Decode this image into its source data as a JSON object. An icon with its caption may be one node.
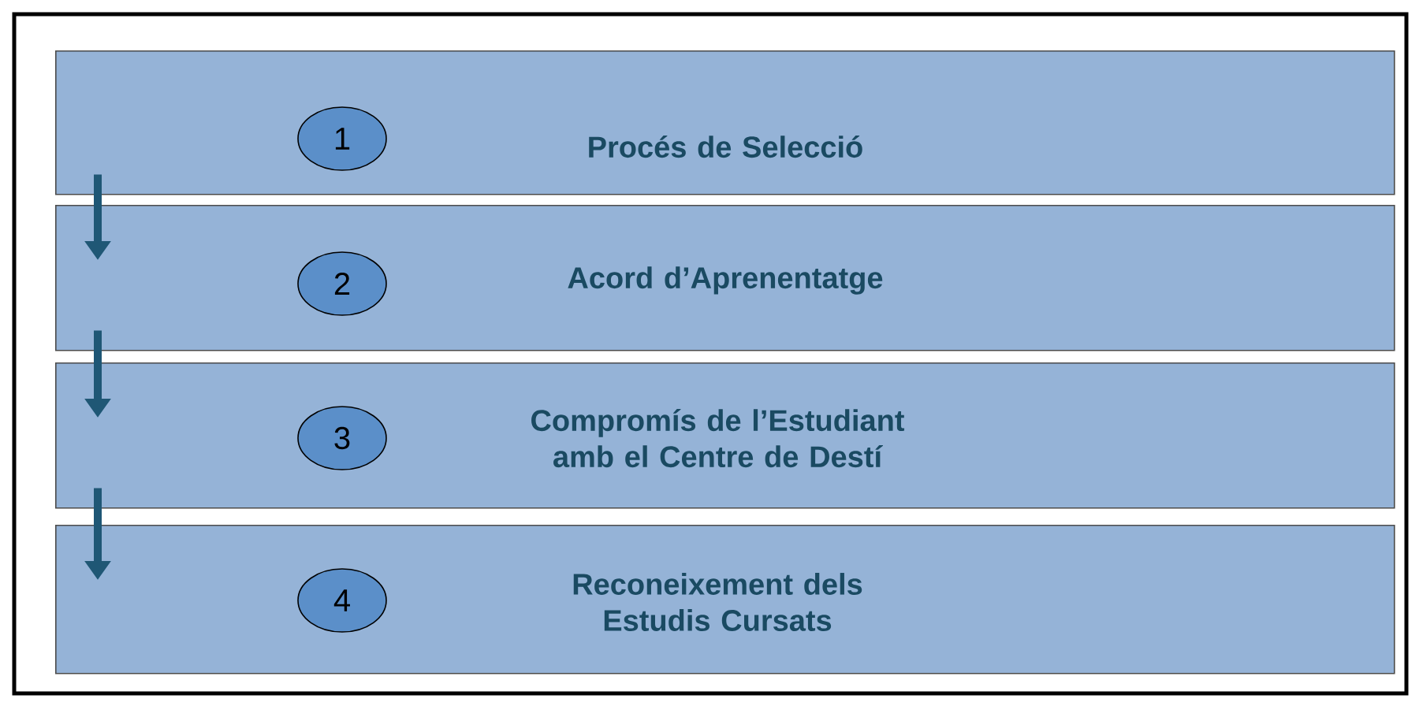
{
  "diagram": {
    "nodes": [
      {
        "text": [
          "Procés de Selecció"
        ]
      },
      {
        "text": [
          "1"
        ],
        "in": 0
      },
      {
        "text": [
          "Acord d’Aprenentatge"
        ]
      },
      {
        "text": [
          "2"
        ],
        "in": 2
      },
      {
        "text": [
          "Compromís de l’Estudiant amb el Centre de Destí"
        ]
      },
      {
        "text": [
          "3"
        ],
        "in": 4
      },
      {
        "text": [
          "Reconeixement dels Estudis Cursats"
        ]
      },
      {
        "text": [
          "4"
        ],
        "in": 6
      }
    ],
    "edges": [
      {
        "from": 0,
        "to": 2,
        "arrow": "to"
      },
      {
        "from": 2,
        "to": 4,
        "arrow": "to"
      },
      {
        "from": 4,
        "to": 6,
        "arrow": "to"
      }
    ]
  }
}
